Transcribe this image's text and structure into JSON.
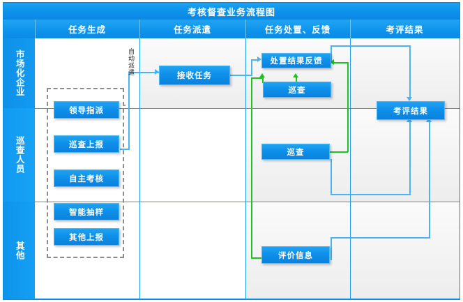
{
  "title": "考核督查业务流程图",
  "columns": [
    {
      "label": "任务生成"
    },
    {
      "label": "任务派遣"
    },
    {
      "label": "任务处置、反馈"
    },
    {
      "label": "考评结果"
    }
  ],
  "lanes": [
    {
      "label": "市场化企业"
    },
    {
      "label": "巡查人员"
    },
    {
      "label": "其他"
    }
  ],
  "nodes": {
    "leader_assign": "领导指派",
    "patrol_report": "巡查上报",
    "self_assess": "自主考核",
    "smart_sample": "智能抽样",
    "other_report": "其他上报",
    "receive_task": "接收任务",
    "result_feedback": "处置结果反馈",
    "patrol_top": "巡查",
    "patrol_mid": "巡查",
    "eval_result": "考评结果",
    "eval_info": "评价信息"
  },
  "edge_labels": {
    "auto_dispatch": "自动派遣"
  },
  "colors": {
    "brand_blue": "#0d93ec",
    "box_blue": "#1197ef",
    "connector_blue": "#4cb3f2",
    "connector_green": "#22c122",
    "group_dash": "#8c8c8c"
  }
}
